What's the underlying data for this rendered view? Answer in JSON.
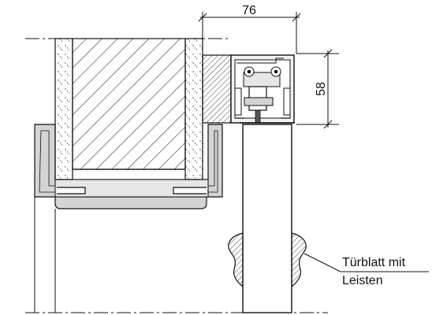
{
  "dimensions": {
    "width_label": "76",
    "height_label": "58"
  },
  "callout": {
    "line1": "Türblatt mit",
    "line2": "Leisten"
  },
  "colors": {
    "line": "#111111",
    "frame_fill": "#d4d4d4",
    "light_fill": "#e6e6e6",
    "profile_fill": "#f2f2f2",
    "white": "#ffffff"
  }
}
